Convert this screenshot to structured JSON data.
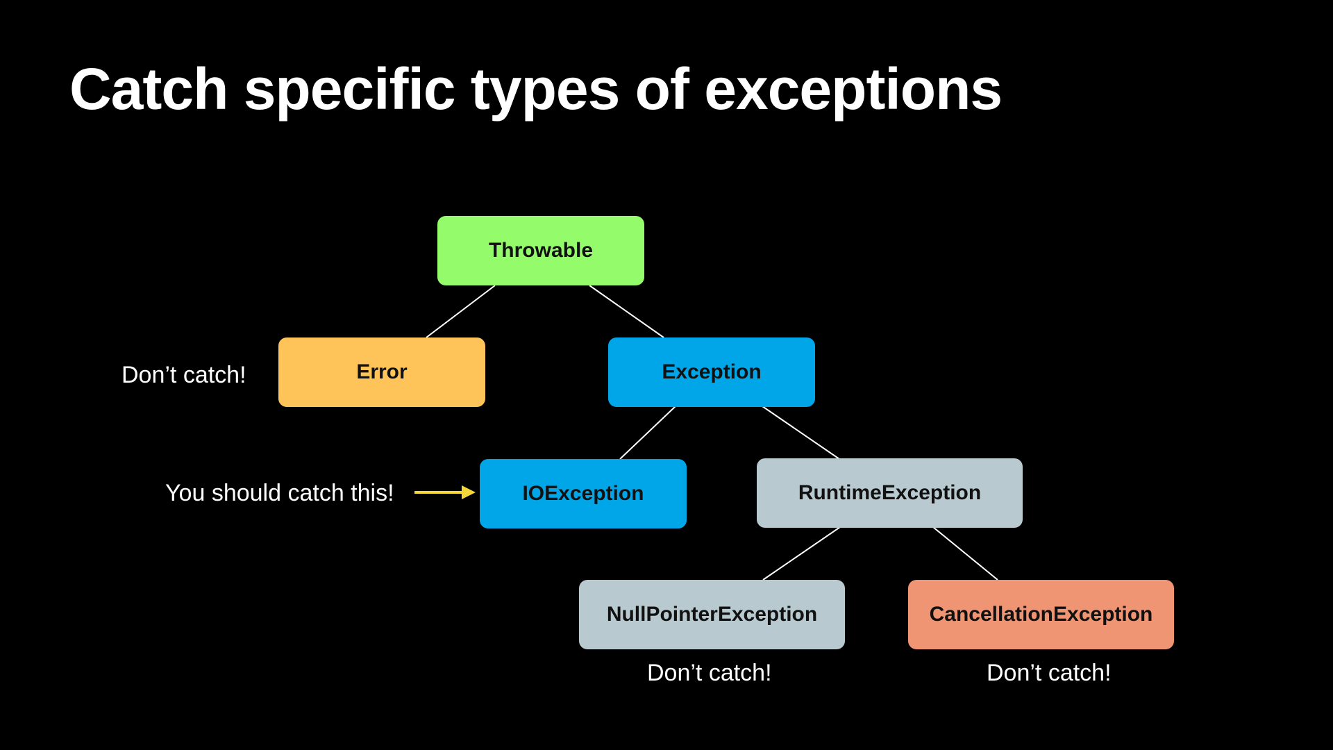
{
  "slide": {
    "title": "Catch specific types of exceptions"
  },
  "nodes": {
    "throwable": {
      "label": "Throwable",
      "color": "#94fb6b"
    },
    "error": {
      "label": "Error",
      "color": "#fec45a"
    },
    "exception": {
      "label": "Exception",
      "color": "#00a6e8"
    },
    "ioexception": {
      "label": "IOException",
      "color": "#00a6e8"
    },
    "runtimeexception": {
      "label": "RuntimeException",
      "color": "#b8c9cf"
    },
    "nullpointerexception": {
      "label": "NullPointerException",
      "color": "#b8c9cf"
    },
    "cancellationexception": {
      "label": "CancellationException",
      "color": "#ef9573"
    }
  },
  "annotations": {
    "error_note": "Don’t catch!",
    "ioexception_note": "You should catch this!",
    "nullpointer_note": "Don’t catch!",
    "cancellation_note": "Don’t catch!",
    "arrow_color": "#f5d73a"
  }
}
